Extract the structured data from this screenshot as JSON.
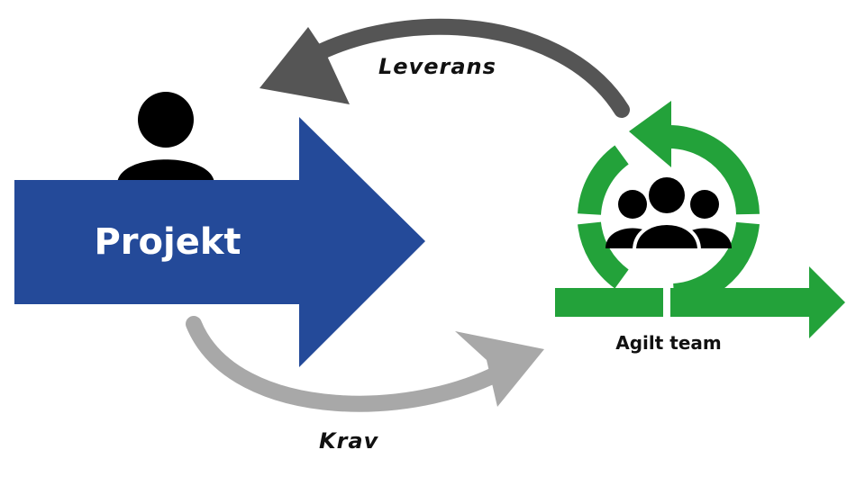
{
  "labels": {
    "project": "Projekt",
    "team": "Agilt team",
    "delivery": "Leverans",
    "requirements": "Krav"
  },
  "colors": {
    "project_arrow": "#244a99",
    "agile_green": "#23a23a",
    "delivery_arrow": "#555555",
    "requirements_arrow": "#a8a8a8",
    "person": "#000000",
    "text_dark": "#111111",
    "text_light": "#ffffff"
  },
  "icons": {
    "person": "person-icon",
    "team": "team-icon",
    "cycle": "agile-cycle-icon"
  }
}
